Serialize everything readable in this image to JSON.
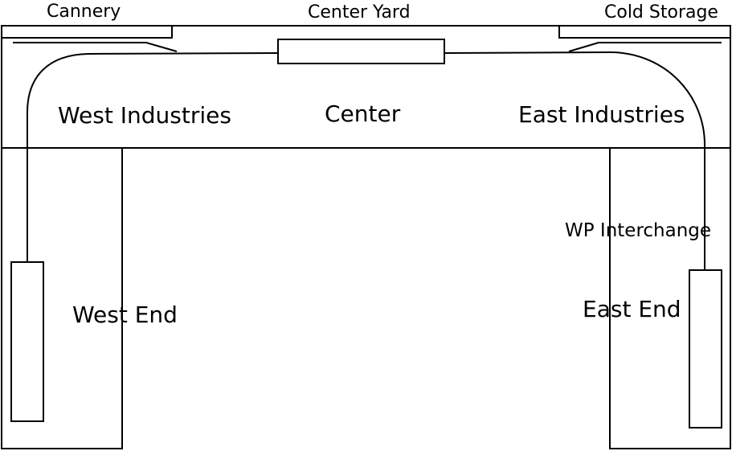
{
  "labels": {
    "cannery": "Cannery",
    "center_yard": "Center Yard",
    "cold_storage": "Cold Storage",
    "west_industries": "West Industries",
    "center": "Center",
    "east_industries": "East Industries",
    "wp_interchange": "WP Interchange",
    "west_end": "West End",
    "east_end": "East End"
  }
}
